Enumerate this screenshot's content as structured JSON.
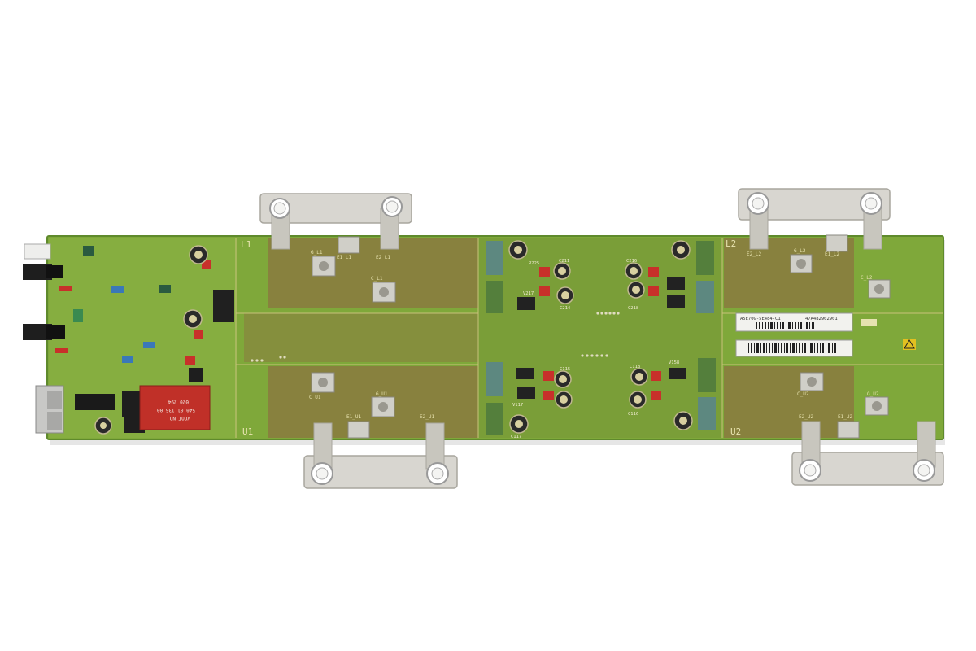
{
  "colors": {
    "background": "#ffffff",
    "pcb_green": "#7fa83a",
    "pcb_green_dark": "#5f8a2c",
    "copper_pour": "#8a7a40",
    "busbar_silver": "#d8d6d0",
    "component_red": "#c8302a",
    "capacitor_body": "#2a2a2a"
  },
  "board": {
    "labels": {
      "l1": "L1",
      "l2": "L2",
      "u1": "U1",
      "u2": "U2",
      "e1_l1": "E1_L1",
      "e2_l1": "E2_L1",
      "e2_l2": "E2_L2",
      "e1_l2": "E1_L2",
      "e1_u1": "E1_U1",
      "e2_u1": "E2_U1",
      "e2_u2": "E2_U2",
      "e1_u2": "E1_U2",
      "g_l1": "G_L1",
      "c_l1": "C_L1",
      "g_l2": "G_L2",
      "c_l2": "C_L2",
      "c_u1": "C_U1",
      "g_u1": "G_U1",
      "c_u2": "C_U2",
      "g_u2": "G_U2"
    },
    "component_refs": {
      "c211": "C211",
      "c214": "C214",
      "c216": "C216",
      "c218": "C218",
      "c115": "C115",
      "c117": "C117",
      "c118": "C118",
      "c116": "C116",
      "v117": "V117",
      "v158": "V158",
      "r225": "R225",
      "v217": "V217"
    },
    "relay_text": {
      "line1": "VOOT NO",
      "line2": "540 01 136 00",
      "line3": "020 294"
    },
    "barcode_label": {
      "part_number": "A5E70G-5E484-C1",
      "serial": "47A482902901"
    }
  }
}
